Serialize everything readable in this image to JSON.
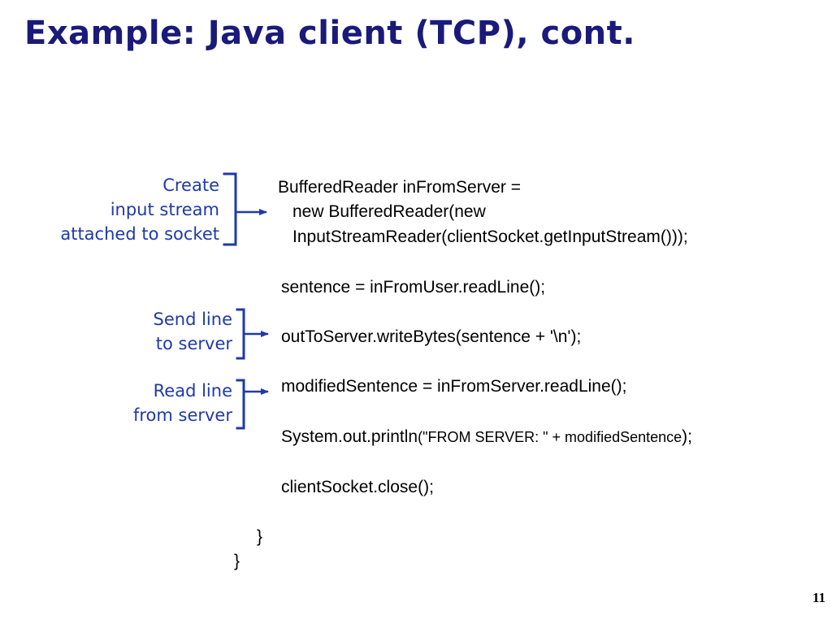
{
  "slide": {
    "title": "Example: Java client (TCP), cont.",
    "page_number": "11",
    "accent_color": "#1f3aa8",
    "title_color": "#1a1a7a"
  },
  "annotations": {
    "create": [
      "Create",
      "input stream",
      "attached to socket"
    ],
    "send": [
      "Send line",
      "to server"
    ],
    "read": [
      "Read line",
      "from server"
    ]
  },
  "code": {
    "line1": "BufferedReader inFromServer =",
    "line2": "new BufferedReader(new",
    "line3": "InputStreamReader(clientSocket.getInputStream()));",
    "line4": "sentence = inFromUser.readLine();",
    "line5": "outToServer.writeBytes(sentence + '\\n');",
    "line6": "modifiedSentence = inFromServer.readLine();",
    "line7_a": "System.out.println",
    "line7_b": "(\"FROM SERVER: \" + modifiedSentence",
    "line7_c": ");",
    "line8": "clientSocket.close();",
    "close_inner": "}",
    "close_outer": "}"
  }
}
